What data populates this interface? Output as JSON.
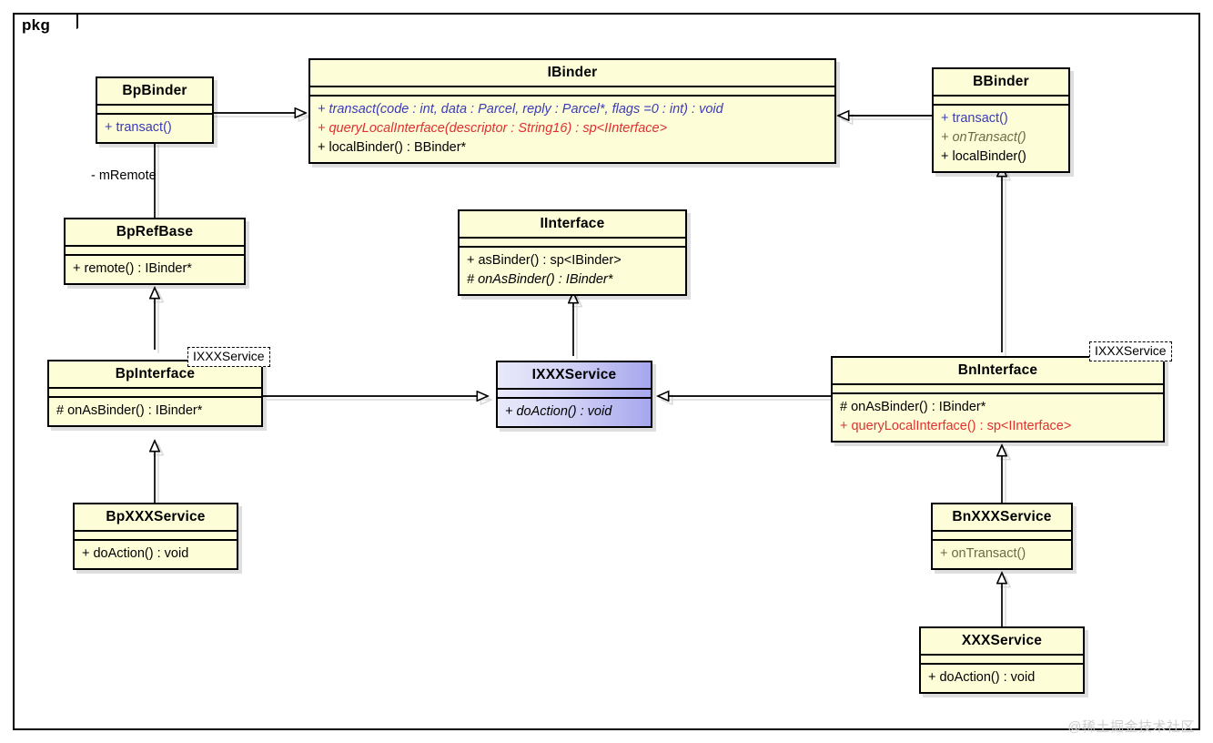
{
  "diagram": {
    "kind": "uml-class-diagram",
    "package_label": "pkg",
    "watermark": "@稀土掘金技术社区",
    "colors": {
      "class_fill": "#fdfdd8",
      "highlight_fill": "#a6a6ee",
      "border": "#000000",
      "method_blue": "#3b3bb5",
      "method_red": "#e03030",
      "method_olive": "#6b6b45",
      "canvas": "#ffffff"
    }
  },
  "classes": {
    "bpbinder": {
      "name": "BpBinder",
      "methods": [
        {
          "text": "+ transact()",
          "style": "blue"
        }
      ]
    },
    "ibinder": {
      "name": "IBinder",
      "methods": [
        {
          "text": "+ transact(code : int, data : Parcel, reply : Parcel*, flags =0 : int) : void",
          "style": "blue-italic"
        },
        {
          "text": "+ queryLocalInterface(descriptor : String16) : sp<IInterface>",
          "style": "red-italic"
        },
        {
          "text": "+ localBinder() : BBinder*",
          "style": "black"
        }
      ]
    },
    "bbinder": {
      "name": "BBinder",
      "methods": [
        {
          "text": "+ transact()",
          "style": "blue"
        },
        {
          "text": "+ onTransact()",
          "style": "olive-italic"
        },
        {
          "text": "+ localBinder()",
          "style": "black"
        }
      ]
    },
    "bprefbase": {
      "name": "BpRefBase",
      "methods": [
        {
          "text": "+ remote() : IBinder*",
          "style": "black"
        }
      ]
    },
    "iinterface": {
      "name": "IInterface",
      "methods": [
        {
          "text": "+ asBinder() : sp<IBinder>",
          "style": "black"
        },
        {
          "text": "# onAsBinder() : IBinder*",
          "style": "black-italic"
        }
      ]
    },
    "bpinterface": {
      "name": "BpInterface",
      "template_param": "IXXXService",
      "methods": [
        {
          "text": "# onAsBinder() : IBinder*",
          "style": "black"
        }
      ]
    },
    "ixxxservice": {
      "name": "IXXXService",
      "methods": [
        {
          "text": "+ doAction() : void",
          "style": "black-italic"
        }
      ]
    },
    "bninterface": {
      "name": "BnInterface",
      "template_param": "IXXXService",
      "methods": [
        {
          "text": "# onAsBinder() : IBinder*",
          "style": "black"
        },
        {
          "text": "+ queryLocalInterface() : sp<IInterface>",
          "style": "red"
        }
      ]
    },
    "bpxxxservice": {
      "name": "BpXXXService",
      "methods": [
        {
          "text": "+ doAction() : void",
          "style": "black"
        }
      ]
    },
    "bnxxxservice": {
      "name": "BnXXXService",
      "methods": [
        {
          "text": "+ onTransact()",
          "style": "olive"
        }
      ]
    },
    "xxxservice": {
      "name": "XXXService",
      "methods": [
        {
          "text": "+ doAction() : void",
          "style": "black"
        }
      ]
    }
  },
  "edges": [
    {
      "id": "bpbinder-to-ibinder",
      "from": "BpBinder",
      "to": "IBinder",
      "type": "generalization",
      "label": ""
    },
    {
      "id": "bbinder-to-ibinder",
      "from": "BBinder",
      "to": "IBinder",
      "type": "generalization",
      "label": ""
    },
    {
      "id": "bprefbase-to-bpbinder",
      "from": "BpRefBase",
      "to": "BpBinder",
      "type": "association",
      "label": "- mRemote"
    },
    {
      "id": "bpinterface-to-bprefbase",
      "from": "BpInterface",
      "to": "BpRefBase",
      "type": "generalization",
      "label": ""
    },
    {
      "id": "ixxxservice-to-iinterface",
      "from": "IXXXService",
      "to": "IInterface",
      "type": "generalization",
      "label": ""
    },
    {
      "id": "bpinterface-to-ixxxservice",
      "from": "BpInterface",
      "to": "IXXXService",
      "type": "generalization",
      "label": ""
    },
    {
      "id": "bninterface-to-ixxxservice",
      "from": "BnInterface",
      "to": "IXXXService",
      "type": "generalization",
      "label": ""
    },
    {
      "id": "bninterface-to-bbinder",
      "from": "BnInterface",
      "to": "BBinder",
      "type": "generalization",
      "label": ""
    },
    {
      "id": "bpxxxservice-to-bpinterface",
      "from": "BpXXXService",
      "to": "BpInterface",
      "type": "generalization",
      "label": ""
    },
    {
      "id": "bnxxxservice-to-bninterface",
      "from": "BnXXXService",
      "to": "BnInterface",
      "type": "generalization",
      "label": ""
    },
    {
      "id": "xxxservice-to-bnxxxservice",
      "from": "XXXService",
      "to": "BnXXXService",
      "type": "generalization",
      "label": ""
    }
  ]
}
